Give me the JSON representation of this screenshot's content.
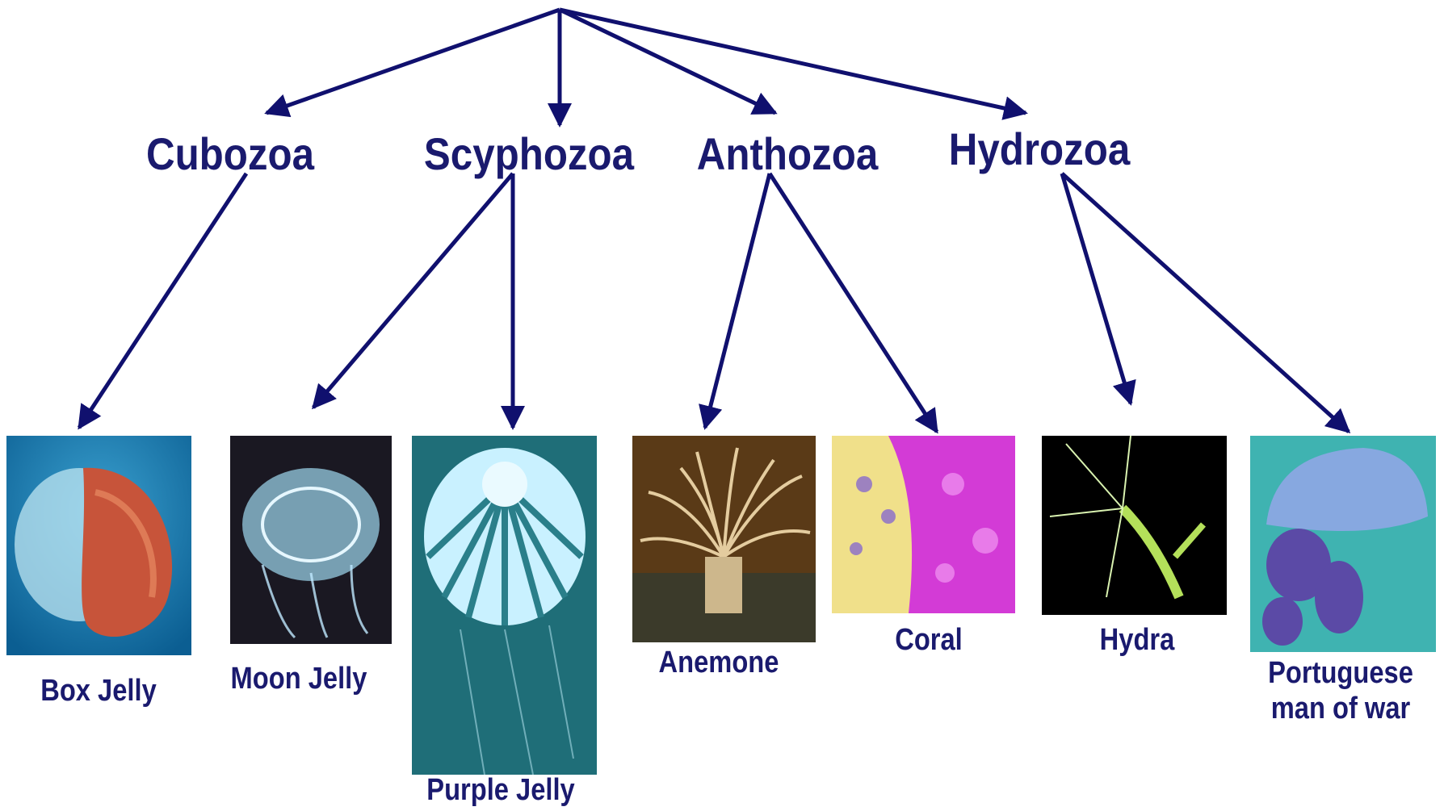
{
  "classes": [
    {
      "label": "Cubozoa"
    },
    {
      "label": "Scyphozoa"
    },
    {
      "label": "Anthozoa"
    },
    {
      "label": "Hydrozoa"
    }
  ],
  "species": [
    {
      "label": "Box Jelly",
      "class": "Cubozoa",
      "photo_colors": [
        "#0b5e92",
        "#c7543a"
      ]
    },
    {
      "label": "Moon Jelly",
      "class": "Scyphozoa",
      "photo_colors": [
        "#1a1822",
        "#9fd8f0"
      ]
    },
    {
      "label": "Purple Jelly",
      "class": "Scyphozoa",
      "photo_colors": [
        "#1f6e78",
        "#c9f1ff"
      ]
    },
    {
      "label": "Anemone",
      "class": "Anthozoa",
      "photo_colors": [
        "#5a3a17",
        "#f3dcae"
      ]
    },
    {
      "label": "Coral",
      "class": "Anthozoa",
      "photo_colors": [
        "#d33bd6",
        "#f0e08a"
      ]
    },
    {
      "label": "Hydra",
      "class": "Hydrozoa",
      "photo_colors": [
        "#000000",
        "#b4e05a"
      ]
    },
    {
      "label": "Portuguese\nman of war",
      "class": "Hydrozoa",
      "photo_colors": [
        "#3fb3b1",
        "#5b4aa6"
      ]
    }
  ],
  "colors": {
    "text": "#1a1a6e",
    "arrow": "#10106e"
  }
}
